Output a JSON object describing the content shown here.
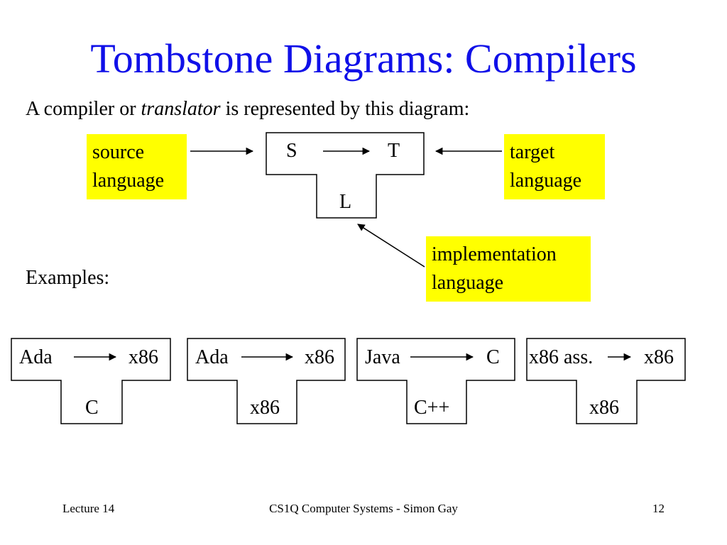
{
  "title": "Tombstone Diagrams: Compilers",
  "intro": {
    "before": "A compiler or ",
    "italic": "translator",
    "after": " is represented by this diagram:"
  },
  "main_diagram": {
    "source": "S",
    "target": "T",
    "implementation": "L"
  },
  "callouts": {
    "source": [
      "source",
      "language"
    ],
    "target": [
      "target",
      "language"
    ],
    "implementation": [
      "implementation",
      "language"
    ]
  },
  "examples_label": "Examples:",
  "examples": [
    {
      "source": "Ada",
      "target": "x86",
      "implementation": "C"
    },
    {
      "source": "Ada",
      "target": "x86",
      "implementation": "x86"
    },
    {
      "source": "Java",
      "target": "C",
      "implementation": "C++"
    },
    {
      "source": "x86 ass.",
      "target": "x86",
      "implementation": "x86"
    }
  ],
  "footer": {
    "left": "Lecture 14",
    "center": "CS1Q Computer Systems - Simon Gay",
    "right": "12"
  },
  "colors": {
    "title": "#1010e8",
    "callout": "#ffff00",
    "stroke": "#000000"
  }
}
